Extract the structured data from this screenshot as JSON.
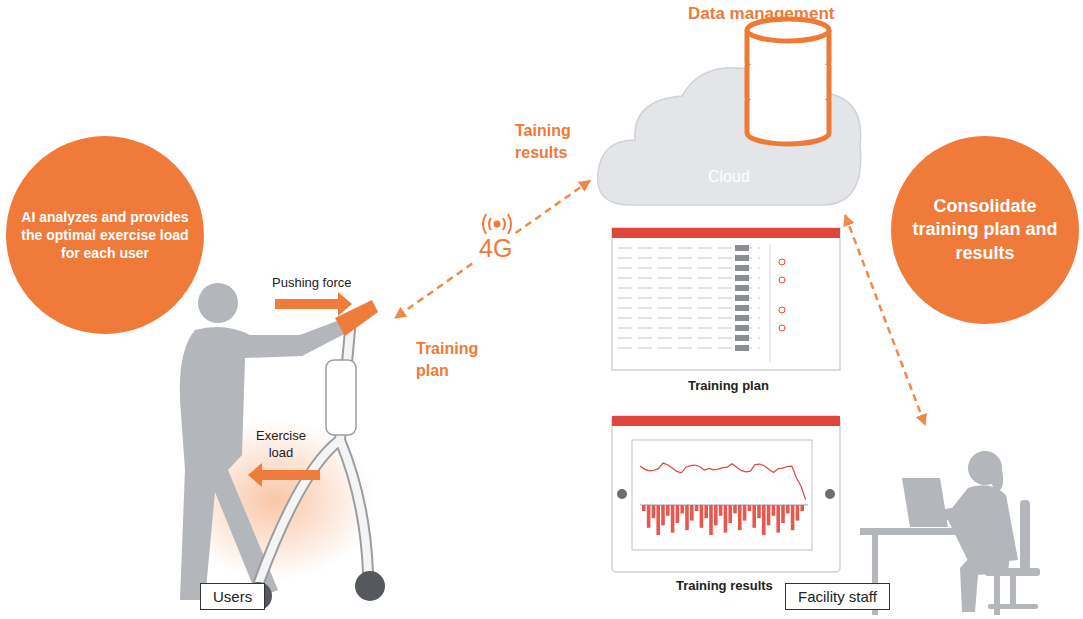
{
  "diagram": {
    "nodes": [
      {
        "text": [
          "AI analyzes and provides the optimal exercise load for each user"
        ]
      },
      {
        "text": [
          "Users"
        ]
      },
      {
        "text": [
          "Data management",
          "Cloud"
        ]
      },
      {
        "text": [
          "Consolidate training plan and results"
        ]
      },
      {
        "text": [
          "Facility staff"
        ]
      }
    ],
    "edges": [
      {
        "from": 2,
        "to": 1,
        "arrow": "both"
      },
      {
        "from": 2,
        "to": 4,
        "arrow": "both"
      }
    ],
    "labels": [
      "Taining results",
      "4G",
      "Training plan",
      "Pushing force",
      "Exercise load",
      "Training plan",
      "Training results"
    ]
  }
}
